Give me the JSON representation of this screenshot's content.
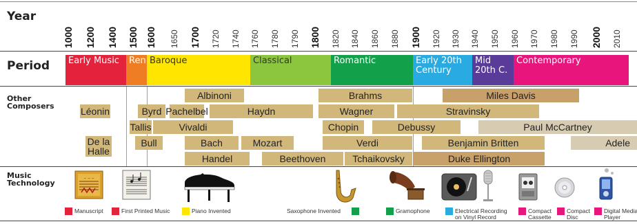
{
  "labels": {
    "year": "Year",
    "period": "Period",
    "other_composers_line1": "Other",
    "other_composers_line2": "Composers",
    "music_tech_line1": "Music",
    "music_tech_line2": "Technology"
  },
  "years": [
    "1000",
    "1200",
    "1400",
    "1500",
    "1600",
    "1650",
    "1700",
    "1720",
    "1740",
    "1760",
    "1780",
    "1790",
    "1800",
    "1820",
    "1840",
    "1860",
    "1880",
    "1900",
    "1920",
    "1930",
    "1940",
    "1950",
    "1960",
    "1970",
    "1980",
    "1990",
    "2000",
    "2010"
  ],
  "periods": {
    "early_music": "Early Music",
    "renaissance": "Ren.",
    "baroque": "Baroque",
    "classical": "Classical",
    "romantic": "Romantic",
    "early20_line1": "Early 20th",
    "early20_line2": "Century",
    "mid20_line1": "Mid",
    "mid20_line2": "20th C.",
    "contemporary": "Contemporary"
  },
  "composers": {
    "albinoni": "Albinoni",
    "brahms": "Brahms",
    "miles_davis": "Miles Davis",
    "leonin": "Léonin",
    "byrd": "Byrd",
    "pachelbel": "Pachelbel",
    "haydn": "Haydn",
    "wagner": "Wagner",
    "stravinsky": "Stravinsky",
    "tallis": "Tallis",
    "vivaldi": "Vivaldi",
    "chopin": "Chopin",
    "debussy": "Debussy",
    "paul_mccartney": "Paul McCartney",
    "de_la_halle_line1": "De la",
    "de_la_halle_line2": "Halle",
    "bull": "Bull",
    "bach": "Bach",
    "mozart": "Mozart",
    "verdi": "Verdi",
    "benjamin_britten": "Benjamin Britten",
    "adele": "Adele",
    "handel": "Handel",
    "beethoven": "Beethoven",
    "tchaikovsky": "Tchaikovsky",
    "duke_ellington": "Duke Ellington"
  },
  "technology": {
    "manuscript": "Manuscript",
    "first_printed_music": "First Printed Music",
    "piano_invented": "Piano Invented",
    "saxophone_invented": "Saxophone Invented",
    "gramophone": "Gramophone",
    "electrical_recording_line1": "Electrical Recording",
    "electrical_recording_line2": "on Vinyl Record",
    "compact_cassette_line1": "Compact",
    "compact_cassette_line2": "Cassette",
    "compact_disc_line1": "Compact",
    "compact_disc_line2": "Disc",
    "digital_media_line1": "Digital Media",
    "digital_media_line2": "Player"
  },
  "colors": {
    "early_music": "#e2233b",
    "renaissance": "#ef7d23",
    "baroque": "#ffe600",
    "classical": "#8cc63f",
    "romantic": "#13a04b",
    "early20": "#29abe2",
    "mid20": "#5b3b9a",
    "contemporary": "#e8157d"
  }
}
